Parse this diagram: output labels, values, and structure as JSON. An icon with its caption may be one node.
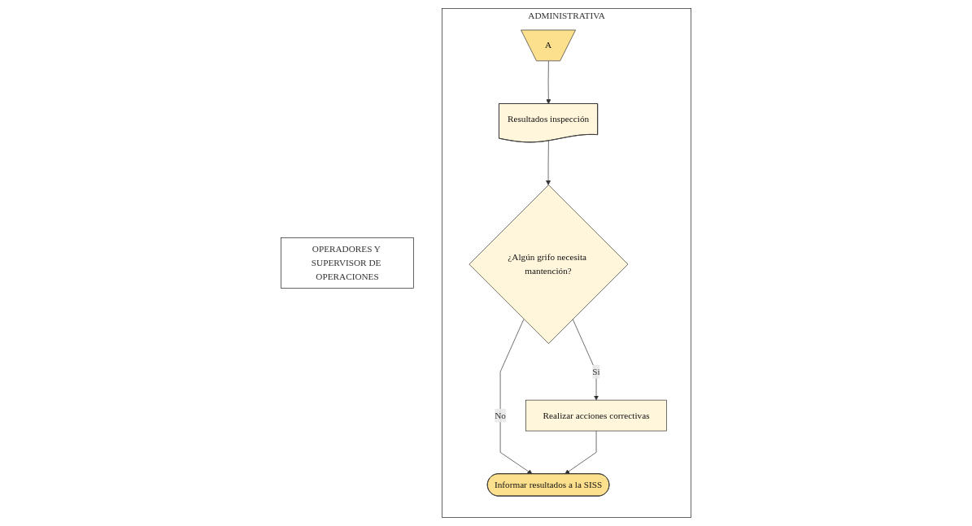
{
  "diagram": {
    "nodes": [
      {
        "text": [
          "ADMINISTRATIVA"
        ]
      },
      {
        "text": [
          "OPERADORES Y SUPERVISOR DE OPERACIONES"
        ]
      },
      {
        "text": [
          "A"
        ],
        "in": 0
      },
      {
        "text": [
          "Resultados inspección"
        ],
        "in": 0
      },
      {
        "text": [
          "¿Algún grifo necesita mantención?"
        ],
        "in": 0
      },
      {
        "text": [
          "Realizar acciones correctivas"
        ],
        "in": 0
      },
      {
        "text": [
          "Informar resultados a la SISS"
        ],
        "in": 0
      }
    ],
    "edges": [
      {
        "from": 2,
        "to": 3,
        "arrow": "to"
      },
      {
        "from": 3,
        "to": 4,
        "arrow": "to"
      },
      {
        "from": 4,
        "to": 5,
        "label": "Si",
        "arrow": "to"
      },
      {
        "from": 4,
        "to": 6,
        "label": "No",
        "arrow": "to"
      },
      {
        "from": 5,
        "to": 6,
        "arrow": "to"
      }
    ]
  }
}
